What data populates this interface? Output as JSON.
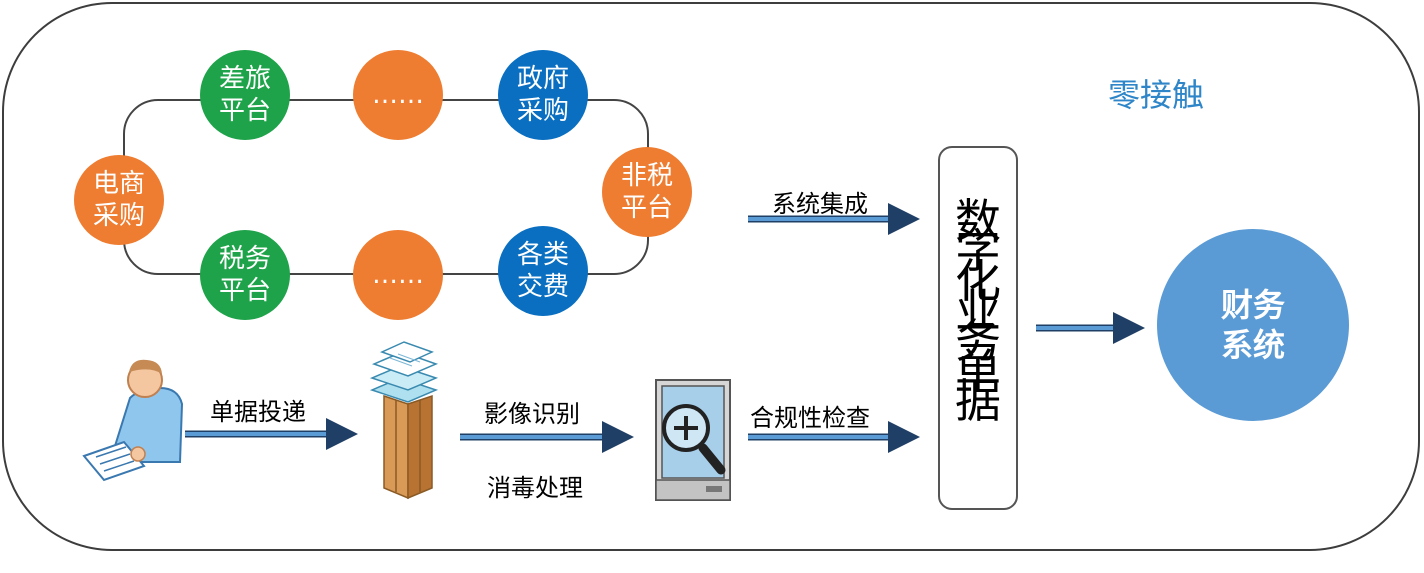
{
  "title": "零接触",
  "platforms": {
    "e_commerce": "电商\n采购",
    "travel": "差旅\n平台",
    "ellipsis_top": "……",
    "government": "政府\n采购",
    "non_tax": "非税\n平台",
    "tax": "税务\n平台",
    "ellipsis_bottom": "……",
    "fees": "各类\n交费"
  },
  "flow_labels": {
    "system_integration": "系统集成",
    "document_delivery": "单据投递",
    "image_recognition": "影像识别",
    "disinfection": "消毒处理",
    "compliance_check": "合规性检查"
  },
  "digital_documents": "数\n字\n化\n业\n务\n单\n据",
  "finance_system": "财务\n系统",
  "icons": [
    "user-icon",
    "document-stack-icon",
    "magnifier-scanner-icon"
  ],
  "colors": {
    "green": "#1fa34a",
    "orange": "#ee7d31",
    "blue": "#0a6fc1",
    "finance": "#5b9bd5",
    "arrow": "#5b9bd5",
    "title": "#2e86c8"
  }
}
